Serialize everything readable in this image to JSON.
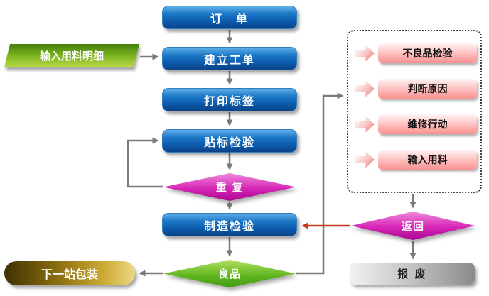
{
  "diagram": {
    "title": "production-order-flowchart",
    "nodes": {
      "order": "订　单",
      "input_material_detail": "输入用料明细",
      "create_work_order": "建立工单",
      "print_label": "打印标签",
      "label_inspection": "贴标检验",
      "repeat": "重 复",
      "manufacturing_inspection": "制造检验",
      "good_product": "良品",
      "next_station_packaging": "下一站包装",
      "return": "返回",
      "scrap": "报 废"
    },
    "rework_panel": {
      "items": [
        {
          "label": "不良品检验",
          "icon": "right-arrow-icon"
        },
        {
          "label": "判断原因",
          "icon": "right-arrow-icon"
        },
        {
          "label": "维修行动",
          "icon": "right-arrow-icon"
        },
        {
          "label": "输入用料",
          "icon": "right-arrow-icon"
        }
      ]
    },
    "colors": {
      "process_box_blue": "#0c59aa",
      "input_green": "#7ab31e",
      "decision_magenta": "#d626b6",
      "decision_green": "#62b822",
      "rework_pink": "#f89090",
      "packaging_gold": "#caa832",
      "scrap_gray": "#bdbdbd",
      "connector_gray": "#7a7a7a",
      "return_arrow_red": "#c0391b"
    }
  }
}
